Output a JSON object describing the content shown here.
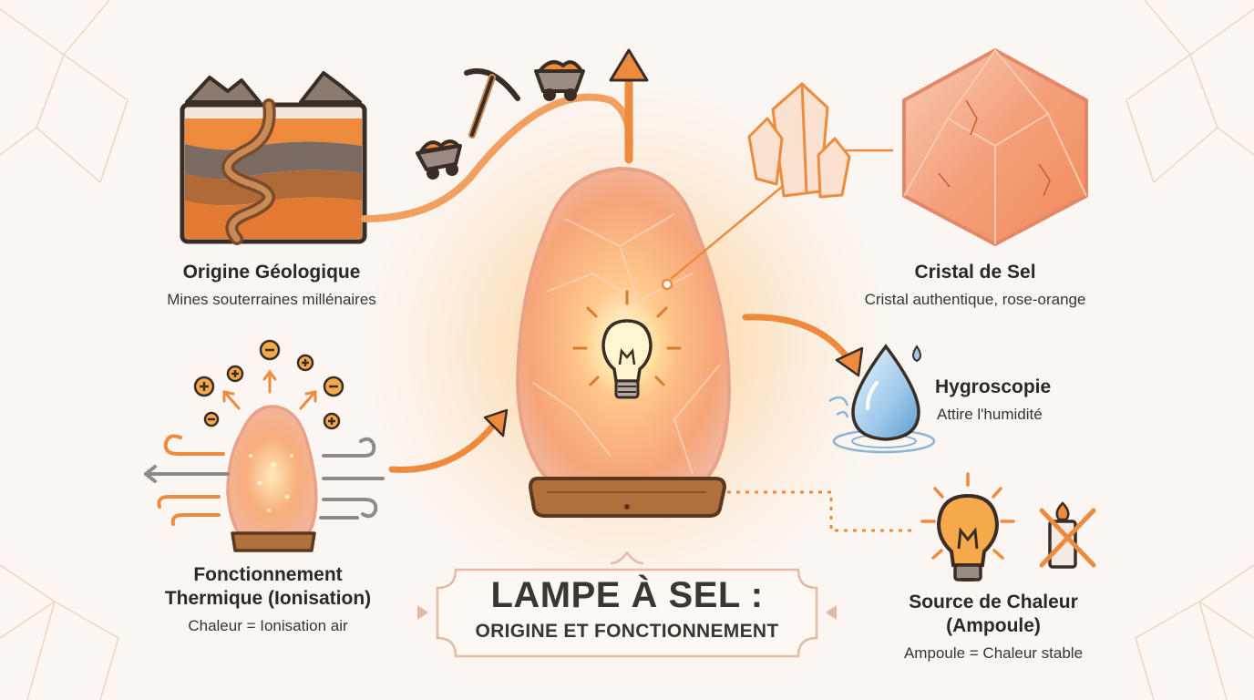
{
  "title": {
    "main": "LAMPE À SEL :",
    "sub": "ORIGINE ET FONCTIONNEMENT"
  },
  "nodes": {
    "origine": {
      "title": "Origine Géologique",
      "subtitle": "Mines souterraines millénaires"
    },
    "cristal": {
      "title": "Cristal de Sel",
      "subtitle": "Cristal authentique, rose-orange"
    },
    "hygro": {
      "title": "Hygroscopie",
      "subtitle": "Attire l'humidité"
    },
    "thermique": {
      "title_line1": "Fonctionnement",
      "title_line2": "Thermique (Ionisation)",
      "subtitle": "Chaleur = Ionisation air"
    },
    "source": {
      "title_line1": "Source de Chaleur",
      "title_line2": "(Ampoule)",
      "subtitle": "Ampoule = Chaleur stable"
    }
  },
  "colors": {
    "accent": "#ee8a3c",
    "salt": "#f6a579",
    "wood": "#b0703c",
    "text": "#2c2826"
  },
  "icons": [
    "mine-strata-icon",
    "pickaxe-icon",
    "mine-cart-icon",
    "up-arrow-icon",
    "salt-lamp-icon",
    "light-bulb-icon",
    "salt-crystal-icon",
    "water-drop-icon",
    "candle-crossed-icon",
    "ion-plus-icon",
    "ion-minus-icon"
  ]
}
